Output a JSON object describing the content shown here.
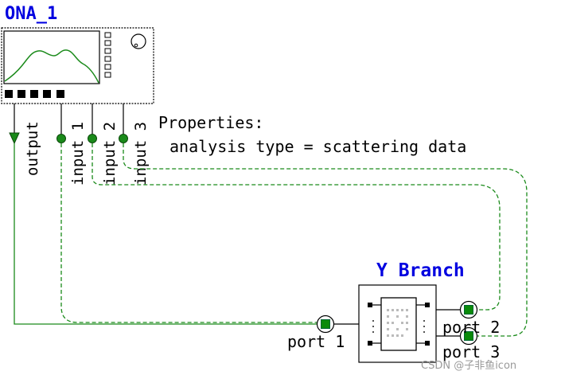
{
  "ona": {
    "title": "ONA_1",
    "ports": [
      "output",
      "input 1",
      "input 2",
      "input 3"
    ]
  },
  "properties": {
    "heading": "Properties:",
    "line": "analysis type = scattering data"
  },
  "ybranch": {
    "title": "Y Branch",
    "port1": "port 1",
    "port2": "port 2",
    "port3": "port 3"
  },
  "watermark": "CSDN @子非鱼icon",
  "colors": {
    "title_blue": "#0000e0",
    "wire_green": "#1a8a1a",
    "port_green": "#0a7a0a"
  }
}
